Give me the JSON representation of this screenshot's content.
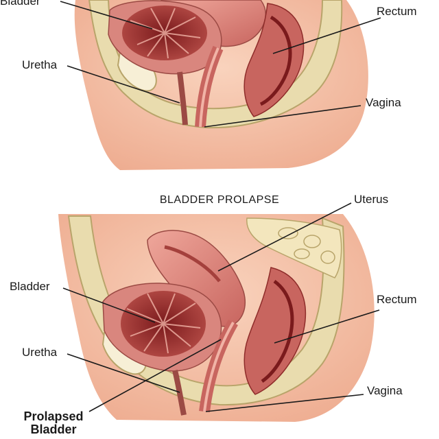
{
  "title": "BLADDER PROLAPSE",
  "top_panel": {
    "labels": {
      "bladder": "Bladder",
      "rectum": "Rectum",
      "uretha": "Uretha",
      "vagina": "Vagina"
    }
  },
  "bottom_panel": {
    "labels": {
      "uterus": "Uterus",
      "bladder": "Bladder",
      "rectum": "Rectum",
      "uretha": "Uretha",
      "vagina": "Vagina",
      "prolapsed_line1": "Prolapsed",
      "prolapsed_line2": "Bladder"
    }
  },
  "colors": {
    "skin": "#f5c3a8",
    "skin_dark": "#e8a58a",
    "bone": "#e9dcae",
    "bone_edge": "#b8a46a",
    "organ": "#d9867e",
    "organ_dark": "#9b2f2d",
    "organ_light": "#f1b3a6",
    "fat": "#f7efd6"
  }
}
